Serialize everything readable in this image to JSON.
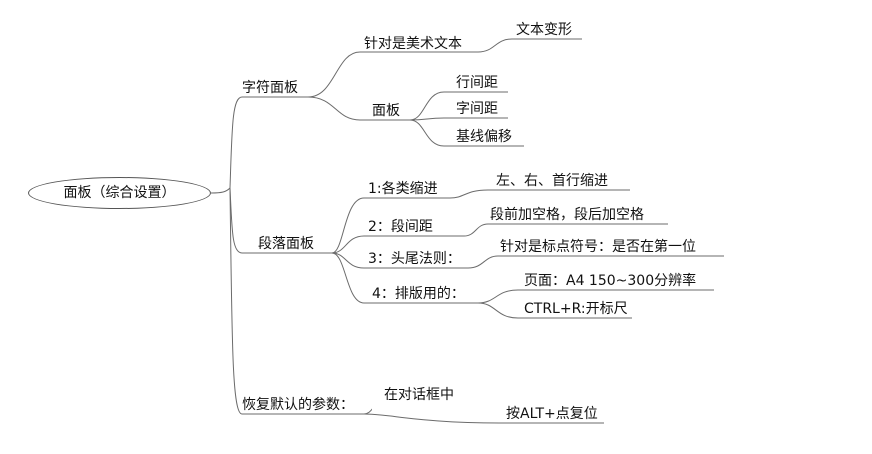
{
  "root": "面板（综合设置）",
  "branches": [
    {
      "label": "字符面板",
      "children": [
        {
          "label": "针对是美术文本",
          "children": [
            "文本变形"
          ]
        },
        {
          "label": "面板",
          "children": [
            "行间距",
            "字间距",
            "基线偏移"
          ]
        }
      ]
    },
    {
      "label": "段落面板",
      "children": [
        {
          "label": "1:各类缩进",
          "children": [
            "左、右、首行缩进"
          ]
        },
        {
          "label": "2：段间距",
          "children": [
            "段前加空格，段后加空格"
          ]
        },
        {
          "label": "3：头尾法则：",
          "children": [
            "针对是标点符号：是否在第一位"
          ]
        },
        {
          "label": "4：排版用的：",
          "children": [
            "页面：A4  150~300分辨率",
            "CTRL+R:开标尺"
          ]
        }
      ]
    },
    {
      "label": "恢复默认的参数：",
      "children": [
        {
          "label": "在对话框中",
          "children": []
        },
        {
          "label": "按ALT+点复位",
          "children": []
        }
      ]
    }
  ],
  "colors": {
    "line": "#666666",
    "text": "#111111",
    "background": "#ffffff"
  }
}
